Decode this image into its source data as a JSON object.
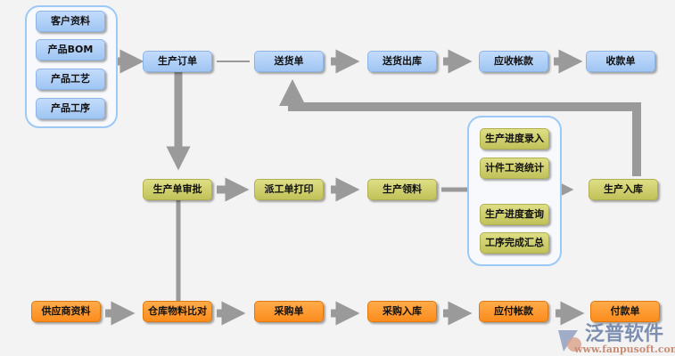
{
  "colors": {
    "blue": "#a9cdf7",
    "olive": "#cccc66",
    "orange": "#fb9428",
    "arrow": "#9a9a9a"
  },
  "master_group": [
    "客户资料",
    "产品BOM",
    "产品工艺",
    "产品工序"
  ],
  "sales_row": [
    "生产订单",
    "送货单",
    "送货出库",
    "应收帐款",
    "收款单"
  ],
  "production_row": [
    "生产单审批",
    "派工单打印",
    "生产领料",
    "生产入库"
  ],
  "progress_group": [
    "生产进度录入",
    "计件工资统计",
    "生产进度查询",
    "工序完成汇总"
  ],
  "purchase_row": [
    "供应商资料",
    "仓库物料比对",
    "采购单",
    "采购入库",
    "应付帐款",
    "付款单"
  ],
  "logo": {
    "name": "泛普软件",
    "url": "www.fanpusoft.com"
  }
}
